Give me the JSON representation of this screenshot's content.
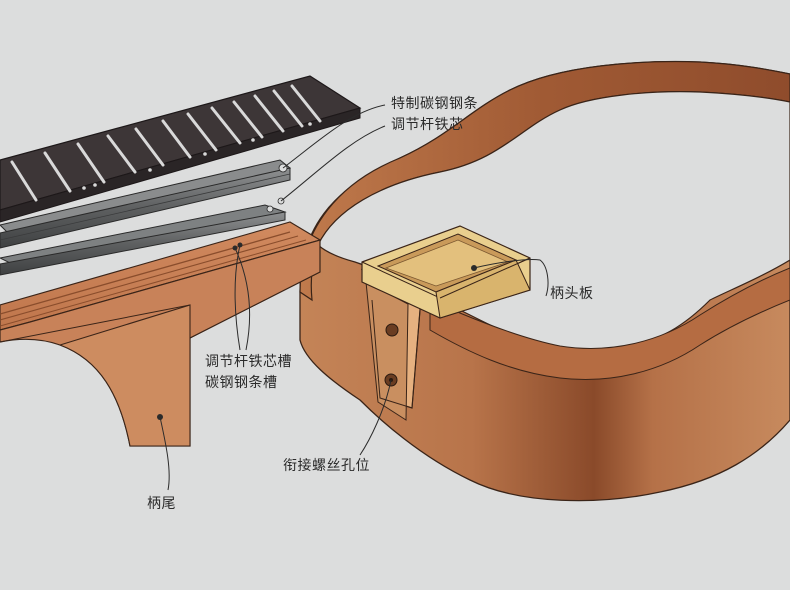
{
  "labels": {
    "steel_bar": "特制碳钢钢条",
    "truss_rod": "调节杆铁芯",
    "heel_block": "柄头板",
    "rod_slot": "调节杆铁芯槽",
    "bar_slot": "碳钢钢条槽",
    "joint_holes": "衔接螺丝孔位",
    "neck_heel": "柄尾"
  },
  "colors": {
    "background": "#dcdddd",
    "fretboard": "#3b3435",
    "neck_wood": "#c87f56",
    "body_side": "#a8623a",
    "block": "#e9cf8e",
    "steel": "#5b5d5e"
  }
}
